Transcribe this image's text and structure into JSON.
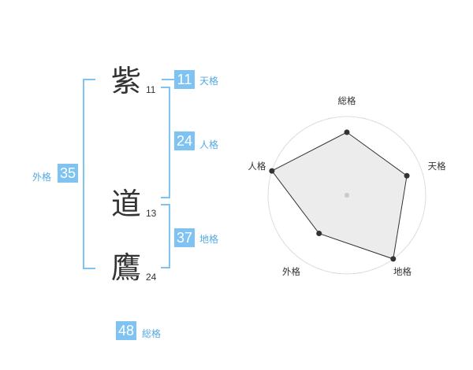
{
  "name_chars": [
    {
      "char": "紫",
      "strokes": "11"
    },
    {
      "char": "道",
      "strokes": "13"
    },
    {
      "char": "鷹",
      "strokes": "24"
    }
  ],
  "fortunes": {
    "tenkaku": {
      "value": "11",
      "label": "天格"
    },
    "jinkaku": {
      "value": "24",
      "label": "人格"
    },
    "chikaku": {
      "value": "37",
      "label": "地格"
    },
    "gaikaku": {
      "value": "35",
      "label": "外格"
    },
    "soukaku": {
      "value": "48",
      "label": "総格"
    }
  },
  "colors": {
    "badge": "#7fc3f3",
    "label": "#55a8e0",
    "bracket": "#7fc3f3"
  },
  "chart_data": {
    "type": "radar",
    "axes": [
      "総格",
      "天格",
      "地格",
      "外格",
      "人格"
    ],
    "values": [
      4,
      4,
      5,
      3,
      5
    ],
    "max": 5,
    "rings": 5
  }
}
